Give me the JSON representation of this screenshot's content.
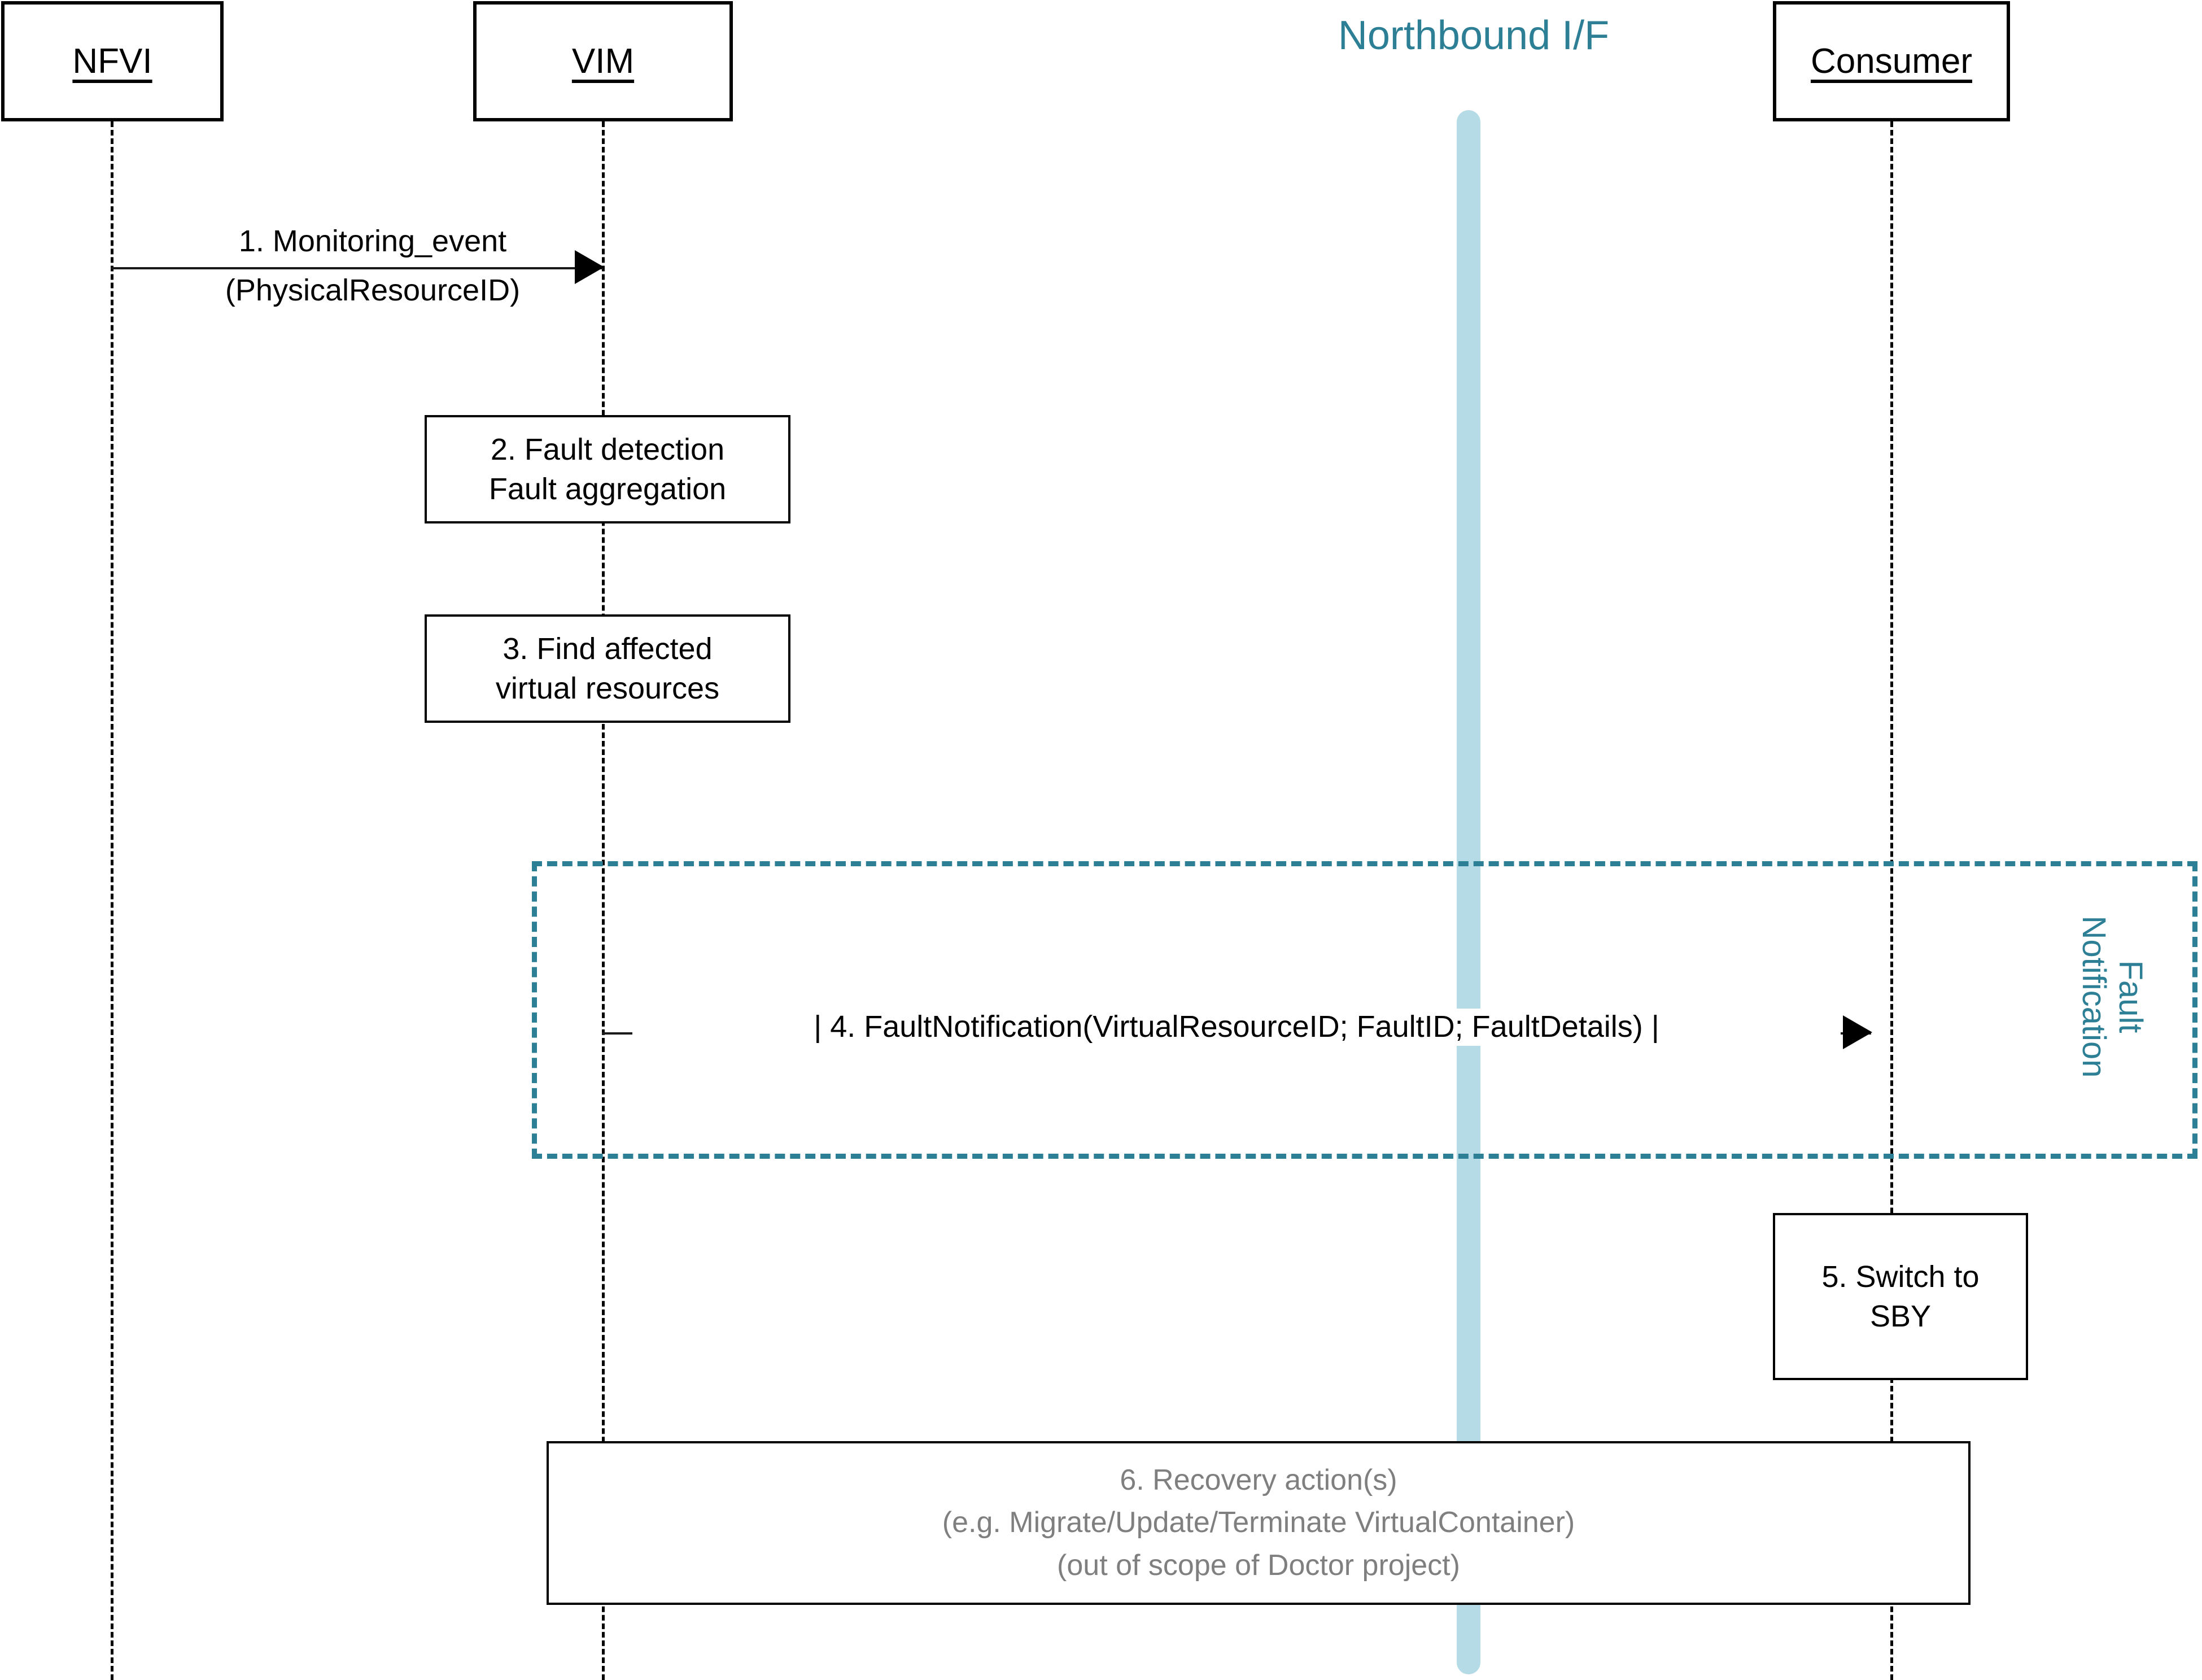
{
  "diagram": {
    "type": "uml-sequence-diagram",
    "title": "Fault notification sequence (Doctor project)",
    "colors": {
      "teal": "#2d7f96",
      "light_blue_band": "#b5dbe6",
      "black": "#000000",
      "muted_gray": "#7f7f7f"
    }
  },
  "lifelines": [
    {
      "id": "nfvi",
      "label": "NFVI"
    },
    {
      "id": "vim",
      "label": "VIM"
    },
    {
      "id": "consumer",
      "label": "Consumer"
    }
  ],
  "interface_band": {
    "label": "Northbound I/F",
    "color": "#2d7f96",
    "band_color": "#b5dbe6"
  },
  "messages": [
    {
      "id": "m1",
      "number": "1.",
      "from": "nfvi",
      "to": "vim",
      "line1": "1. Monitoring_event",
      "line2": "(PhysicalResourceID)"
    },
    {
      "id": "m4",
      "number": "4.",
      "from": "vim",
      "to": "consumer",
      "line1": "| 4. FaultNotification(VirtualResourceID; FaultID; FaultDetails) |"
    }
  ],
  "activities": [
    {
      "id": "a2",
      "lifeline": "vim",
      "line1": "2. Fault detection",
      "line2": "Fault aggregation"
    },
    {
      "id": "a3",
      "lifeline": "vim",
      "line1": "3. Find affected",
      "line2": "virtual resources"
    },
    {
      "id": "a5",
      "lifeline": "consumer",
      "line1": "5. Switch to",
      "line2": "SBY"
    },
    {
      "id": "a6",
      "lifeline": "span",
      "line1": "6. Recovery action(s)",
      "line2": "(e.g. Migrate/Update/Terminate VirtualContainer)",
      "line3": "(out of scope of Doctor project)"
    }
  ],
  "fault_frame": {
    "label_line1": "Fault",
    "label_line2": "Notification"
  }
}
